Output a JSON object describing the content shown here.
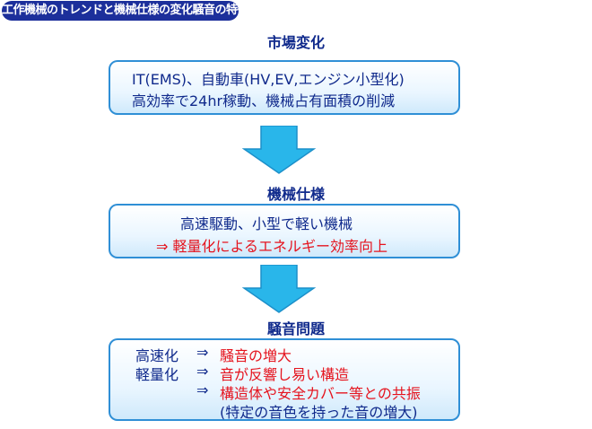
{
  "title": "工作機械のトレンドと機械仕様の変化騒音の特徴",
  "sections": [
    {
      "heading": "市場変化",
      "lines": [
        "IT(EMS)、自動車(HV,EV,エンジン小型化)",
        "高効率で24hr稼動、機械占有面積の削減"
      ]
    },
    {
      "heading": "機械仕様",
      "lines": [
        "高速駆動、小型で軽い機械",
        "⇒ 軽量化によるエネルギー効率向上"
      ]
    },
    {
      "heading": "騒音問題",
      "rows": [
        {
          "left": "高速化",
          "arrow": "⇒",
          "right": "騒音の増大"
        },
        {
          "left": "軽量化",
          "arrow": "⇒",
          "right": "音が反響し易い構造"
        },
        {
          "left": "",
          "arrow": "⇒",
          "right": "構造体や安全カバー等との共振"
        },
        {
          "left": "",
          "arrow": "",
          "right": "(特定の音色を持った音の増大)"
        }
      ]
    }
  ],
  "colors": {
    "badge": "#1c2f9b",
    "text": "#102a8c",
    "highlight": "#e5141e",
    "box_border": "#2f8fd6",
    "arrow": "#29b6ea"
  },
  "icons": [
    "down-arrow-icon",
    "down-arrow-icon"
  ]
}
